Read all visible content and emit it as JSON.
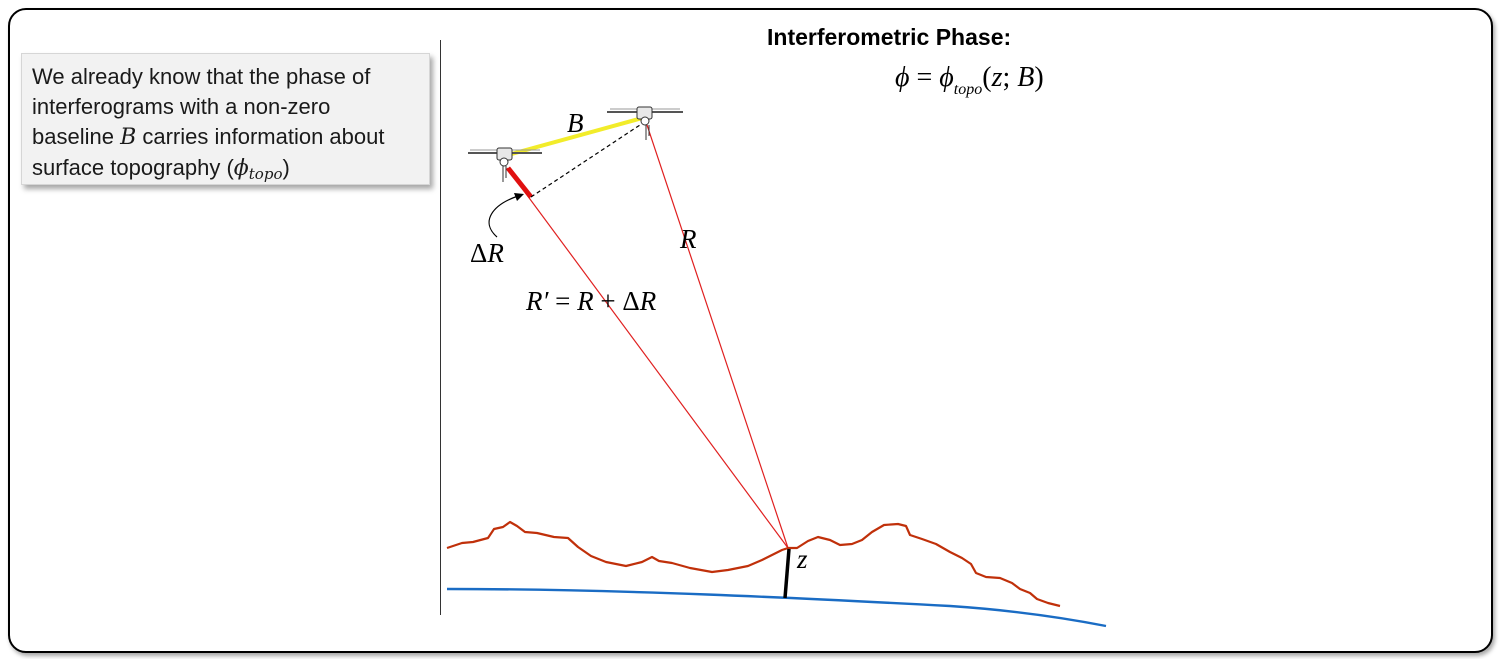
{
  "note": {
    "line1": "We already know that the phase of",
    "line2": "interferograms with a non-zero",
    "line3_pre": "baseline ",
    "line3_sym": "B",
    "line3_post": " carries information about",
    "line4_pre": "surface topography (",
    "line4_sym": "ϕ",
    "line4_sub": "topo",
    "line4_post": ")"
  },
  "title": "Interferometric Phase:",
  "formula": {
    "lhs": "ϕ",
    "eq": " = ",
    "phi": "ϕ",
    "sub": "topo",
    "args_open": "(",
    "z": "z",
    "sep": "; ",
    "b": "B",
    "args_close": ")"
  },
  "labels": {
    "baseline": "B",
    "delta_r_delta": "Δ",
    "delta_r_r": "R",
    "range": "R",
    "range_prime_r": "R′",
    "range_prime_eq": " = ",
    "range_prime_r2": "R",
    "range_prime_plus": " + Δ",
    "range_prime_r3": "R",
    "height": "z"
  },
  "colors": {
    "baseline": "#f2ec2a",
    "ray": "#e02020",
    "delta_r": "#e01010",
    "topography": "#c0300a",
    "reference_surface": "#1a6cc4"
  },
  "icons": [
    "satellite-icon",
    "satellite-icon"
  ]
}
